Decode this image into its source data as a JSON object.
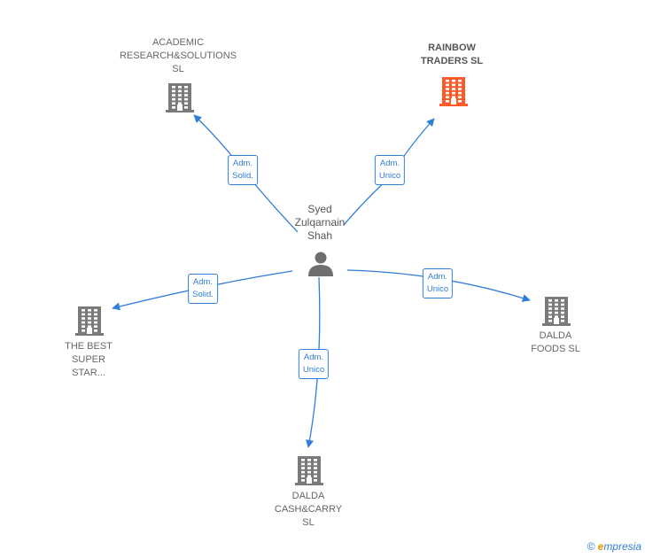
{
  "colors": {
    "edge": "#2f7ed8",
    "building": "#7a7a7a",
    "building_highlight": "#ff5a2a",
    "person": "#6e6e6e"
  },
  "person": {
    "name": "Syed\nZulqarnain\nShah",
    "icon": "person-icon"
  },
  "companies": [
    {
      "id": "academic",
      "name": "ACADEMIC\nRESEARCH&SOLUTIONS\nSL",
      "highlight": false,
      "icon": "building-icon"
    },
    {
      "id": "rainbow",
      "name": "RAINBOW\nTRADERS  SL",
      "highlight": true,
      "icon": "building-icon"
    },
    {
      "id": "best",
      "name": "THE BEST\nSUPER\nSTAR...",
      "highlight": false,
      "icon": "building-icon"
    },
    {
      "id": "dalda_foods",
      "name": "DALDA\nFOODS  SL",
      "highlight": false,
      "icon": "building-icon"
    },
    {
      "id": "dalda_cash",
      "name": "DALDA\nCASH&CARRY\nSL",
      "highlight": false,
      "icon": "building-icon"
    }
  ],
  "roles": [
    {
      "to": "academic",
      "label": "Adm.\nSolid."
    },
    {
      "to": "rainbow",
      "label": "Adm.\nUnico"
    },
    {
      "to": "best",
      "label": "Adm.\nSolid."
    },
    {
      "to": "dalda_foods",
      "label": "Adm.\nUnico"
    },
    {
      "to": "dalda_cash",
      "label": "Adm.\nUnico"
    }
  ],
  "watermark": {
    "symbol": "©",
    "e": "e",
    "rest": "mpresia"
  }
}
